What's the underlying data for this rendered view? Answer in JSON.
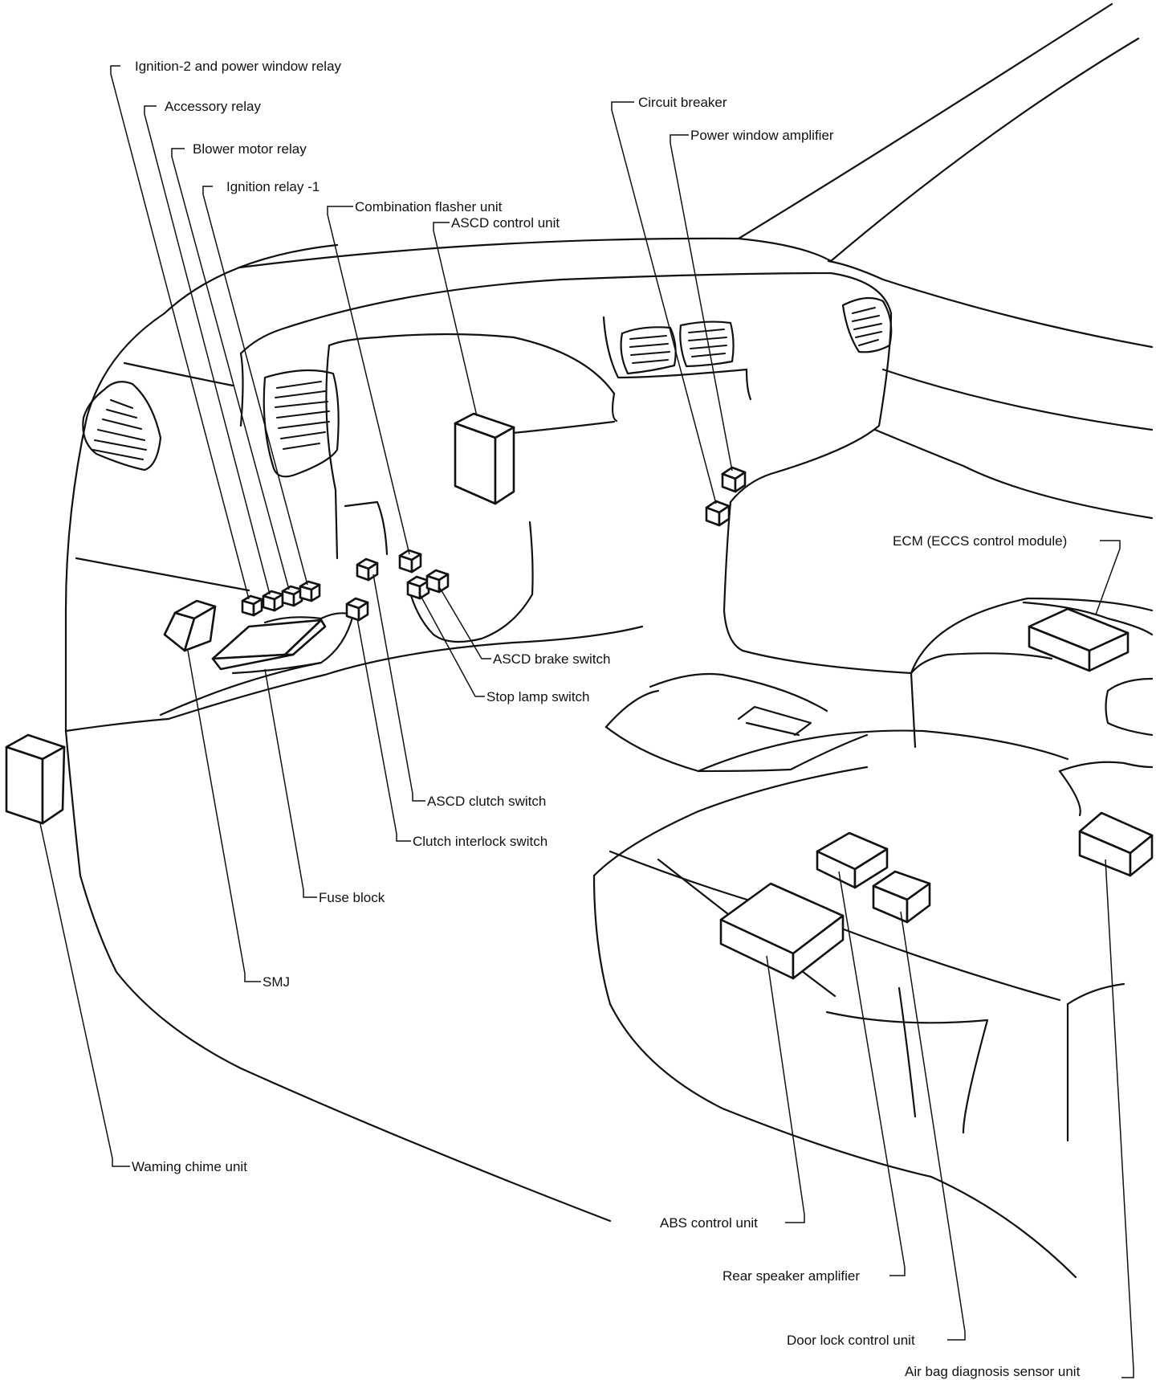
{
  "labels": {
    "ignition2_power_window_relay": "Ignition-2 and power window relay",
    "accessory_relay": "Accessory relay",
    "blower_motor_relay": "Blower motor relay",
    "ignition_relay_1": "Ignition relay -1",
    "combination_flasher_unit": "Combination flasher unit",
    "ascd_control_unit": "ASCD control unit",
    "circuit_breaker": "Circuit breaker",
    "power_window_amplifier": "Power window amplifier",
    "ecm": "ECM (ECCS control module)",
    "ascd_brake_switch": "ASCD brake switch",
    "stop_lamp_switch": "Stop lamp switch",
    "ascd_clutch_switch": "ASCD clutch switch",
    "clutch_interlock_switch": "Clutch interlock switch",
    "fuse_block": "Fuse block",
    "smj": "SMJ",
    "warning_chime_unit": "Waming chime unit",
    "abs_control_unit": "ABS control unit",
    "rear_speaker_amplifier": "Rear speaker amplifier",
    "door_lock_control_unit": "Door lock control unit",
    "air_bag_diagnosis_sensor_unit": "Air bag diagnosis sensor unit"
  },
  "colors": {
    "line": "#111111",
    "background": "#ffffff"
  }
}
